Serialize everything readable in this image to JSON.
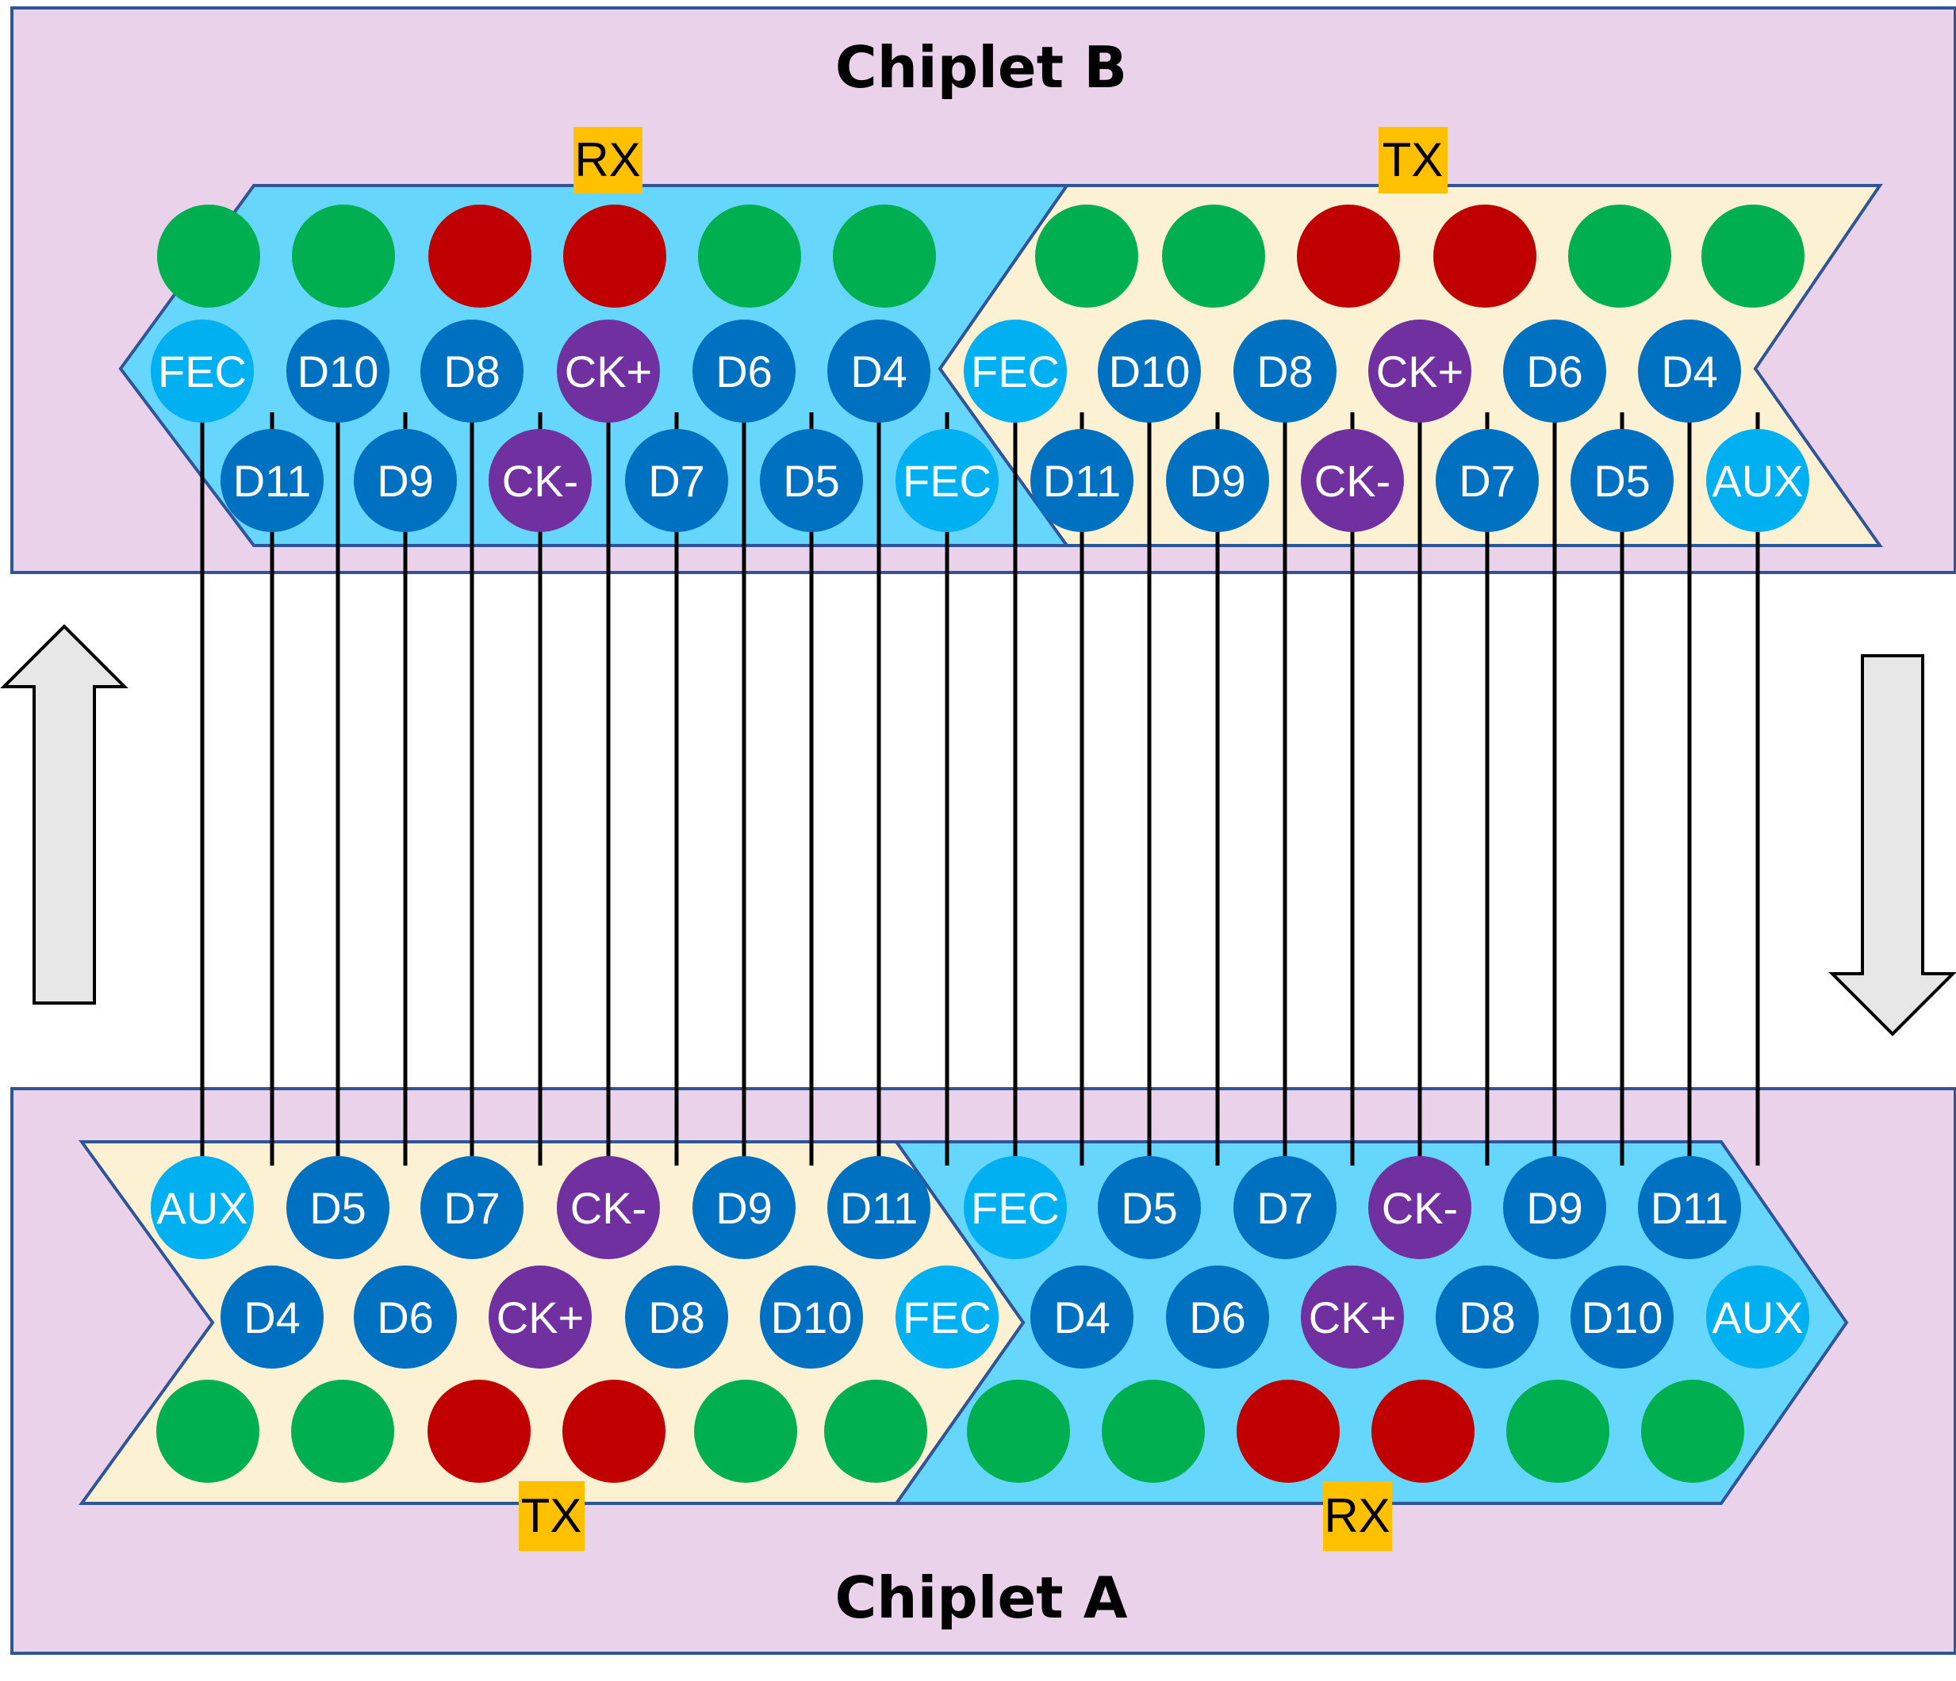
{
  "chiplet_b": {
    "title": "Chiplet B",
    "rx_label": "RX",
    "tx_label": "TX",
    "rx_row1": [
      "FEC",
      "D10",
      "D8",
      "CK+",
      "D6",
      "D4"
    ],
    "rx_row2": [
      "D11",
      "D9",
      "CK-",
      "D7",
      "D5",
      "FEC"
    ],
    "tx_row1": [
      "FEC",
      "D10",
      "D8",
      "CK+",
      "D6",
      "D4"
    ],
    "tx_row2": [
      "D11",
      "D9",
      "CK-",
      "D7",
      "D5",
      "AUX"
    ],
    "rx_power": [
      "green",
      "green",
      "red",
      "red",
      "green",
      "green"
    ],
    "tx_power": [
      "green",
      "green",
      "red",
      "red",
      "green",
      "green"
    ]
  },
  "chiplet_a": {
    "title": "Chiplet A",
    "tx_label": "TX",
    "rx_label": "RX",
    "tx_row1": [
      "AUX",
      "D5",
      "D7",
      "CK-",
      "D9",
      "D11"
    ],
    "tx_row2": [
      "D4",
      "D6",
      "CK+",
      "D8",
      "D10",
      "FEC"
    ],
    "rx_row1": [
      "FEC",
      "D5",
      "D7",
      "CK-",
      "D9",
      "D11"
    ],
    "rx_row2": [
      "D4",
      "D6",
      "CK+",
      "D8",
      "D10",
      "AUX"
    ],
    "tx_power": [
      "green",
      "green",
      "red",
      "red",
      "green",
      "green"
    ],
    "rx_power": [
      "green",
      "green",
      "red",
      "red",
      "green",
      "green"
    ]
  },
  "arrows": {
    "left": "up-arrow",
    "right": "down-arrow"
  },
  "colors": {
    "chiplet_bg": "#ead3ea",
    "chiplet_border": "#2f5597",
    "rx_region": "#66d6fc",
    "tx_region": "#fdf1d4",
    "tag": "#ffc000",
    "green": "#00b050",
    "red": "#c00000",
    "data": "#0070c0",
    "clock": "#7030a0",
    "aux": "#00b0f0",
    "arrow_fill": "#e7e7e7"
  }
}
